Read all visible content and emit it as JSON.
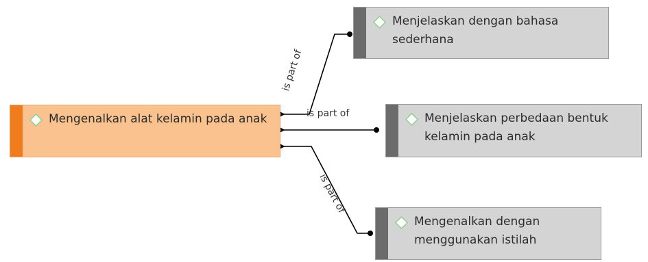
{
  "diagram": {
    "root": {
      "label": "Mengenalkan alat kelamin pada anak"
    },
    "children": [
      {
        "label": "Menjelaskan dengan bahasa sederhana",
        "relation": "is part of"
      },
      {
        "label": "Menjelaskan perbedaan bentuk kelamin pada anak",
        "relation": "is part of"
      },
      {
        "label": "Mengenalkan dengan menggunakan istilah",
        "relation": "is part of"
      }
    ]
  },
  "colors": {
    "root_fill": "#f9c28f",
    "root_stripe": "#f17c1e",
    "child_fill": "#d4d4d4",
    "child_stripe": "#6b6b6b",
    "diamond_outline": "#8fd18f"
  }
}
